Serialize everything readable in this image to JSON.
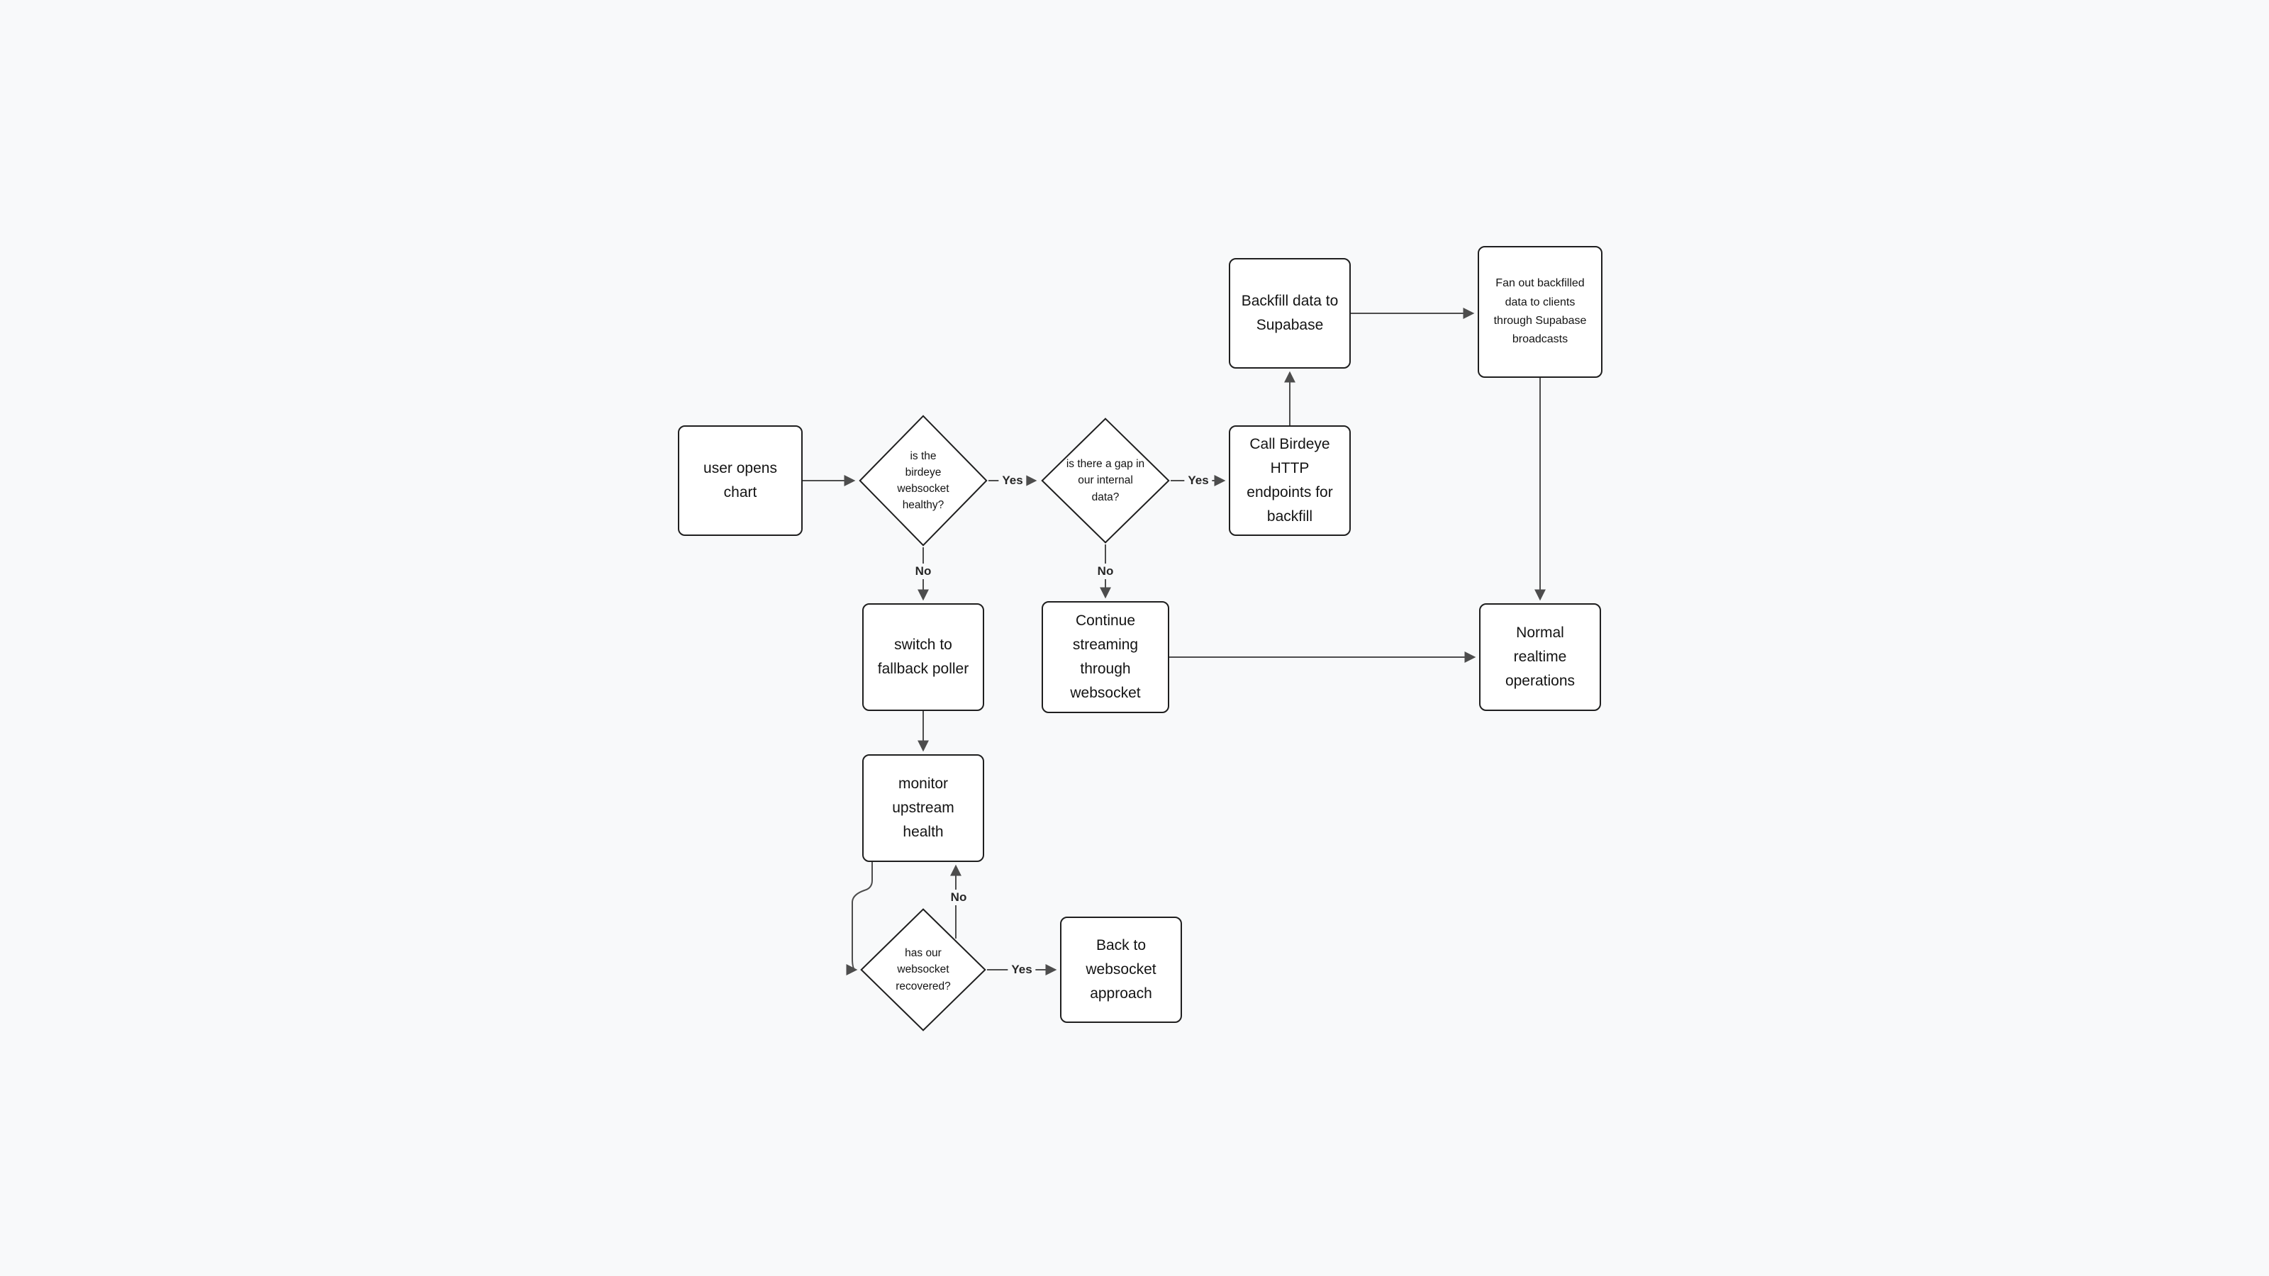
{
  "diagram": {
    "background": "#f8f9fa",
    "node_fill": "#ffffff",
    "node_border": "#1f1f1f",
    "edge_color": "#4d4d4d",
    "text_color": "#141414"
  },
  "nodes": [
    {
      "id": "user-opens-chart",
      "shape": "rect",
      "label": "user opens chart"
    },
    {
      "id": "websocket-healthy",
      "shape": "diamond",
      "label": "is the birdeye websocket healthy?"
    },
    {
      "id": "data-gap",
      "shape": "diamond",
      "label": "is there a gap in our internal data?"
    },
    {
      "id": "call-birdeye-backfill",
      "shape": "rect",
      "label": "Call Birdeye HTTP endpoints for backfill"
    },
    {
      "id": "backfill-supabase",
      "shape": "rect",
      "label": "Backfill data to Supabase"
    },
    {
      "id": "fan-out-broadcasts",
      "shape": "rect",
      "label": "Fan out backfilled data to clients through Supabase broadcasts"
    },
    {
      "id": "normal-realtime",
      "shape": "rect",
      "label": "Normal realtime operations"
    },
    {
      "id": "switch-fallback-poller",
      "shape": "rect",
      "label": "switch to fallback poller"
    },
    {
      "id": "continue-streaming",
      "shape": "rect",
      "label": "Continue streaming through websocket"
    },
    {
      "id": "monitor-upstream-health",
      "shape": "rect",
      "label": "monitor upstream health"
    },
    {
      "id": "websocket-recovered",
      "shape": "diamond",
      "label": "has our websocket recovered?"
    },
    {
      "id": "back-to-websocket",
      "shape": "rect",
      "label": "Back to websocket approach"
    }
  ],
  "edge_labels": {
    "healthy_yes": "Yes",
    "healthy_no": "No",
    "gap_yes": "Yes",
    "gap_no": "No",
    "recovered_yes": "Yes",
    "recovered_no": "No"
  }
}
